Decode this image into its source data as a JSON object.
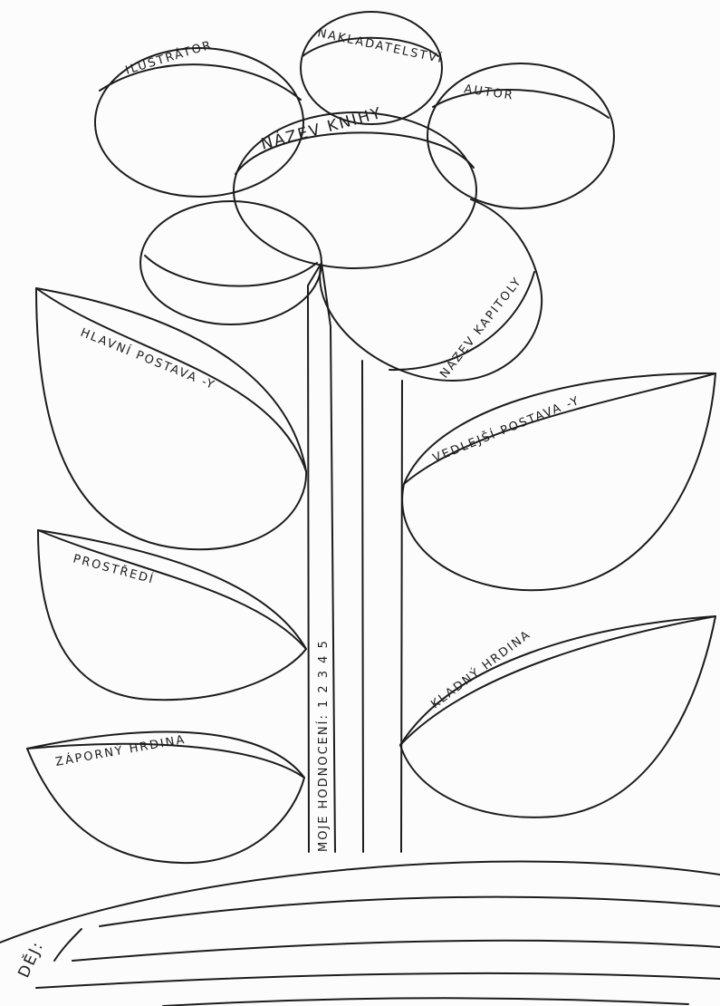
{
  "labels": {
    "illustrator": "ILUSTRÁTOR",
    "publisher": "NAKLADATELSTVÍ",
    "author": "AUTOR",
    "book_title": "NÁZEV KNIHY",
    "chapter_title": "NÁZEV KAPITOLY",
    "main_character": "HLAVNÍ POSTAVA -Y",
    "side_character": "VEDLEJŠÍ POSTAVA -Y",
    "setting": "PROSTŘEDÍ",
    "positive_hero": "KLADNÝ HRDINA",
    "negative_hero": "ZÁPORNÝ HRDINA",
    "rating": "MOJE HODNOCENÍ:  1  2  3  4  5",
    "plot": "DĚJ:"
  },
  "colors": {
    "ink": "#1c1c1c",
    "paper": "#fcfcfc"
  }
}
